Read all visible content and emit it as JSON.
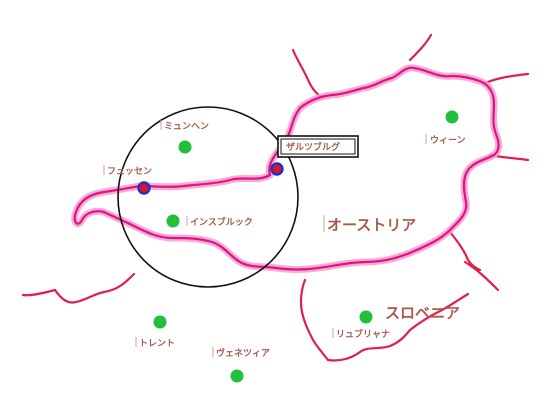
{
  "map": {
    "colors": {
      "austria_border": "#e0157a",
      "austria_glow": "#f59bd8",
      "other_border": "#e0204a",
      "city_dot": "#22c03a",
      "marker_fill": "#d8142a",
      "marker_ring": "#2230c8",
      "label": "#a85a4c",
      "circle": "#111111"
    },
    "countries": {
      "austria": "オーストリア",
      "slovenia": "スロベニア"
    },
    "cities": {
      "munich": "ミュンヘン",
      "fussen": "フュッセン",
      "innsbruck": "インスブルック",
      "vienna": "ウィーン",
      "ljubljana": "リュブリャナ",
      "trento": "トレント",
      "venice": "ヴェネツィア"
    },
    "highlight": {
      "salzburg": "ザルツブルグ"
    }
  }
}
